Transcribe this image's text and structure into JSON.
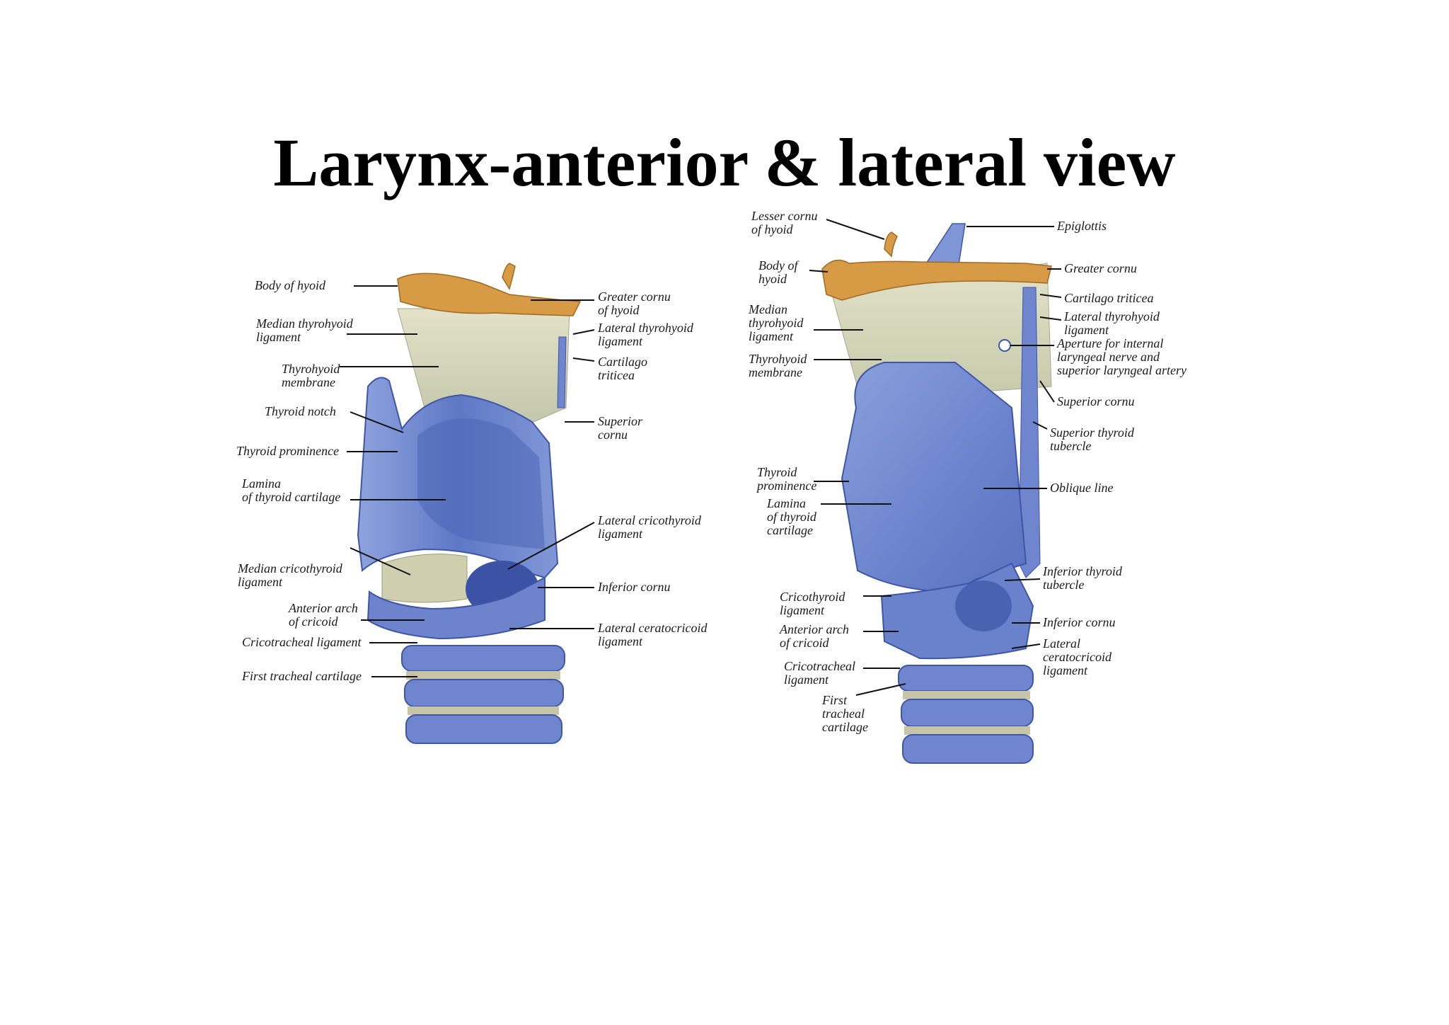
{
  "title": "Larynx-anterior & lateral view",
  "anterior_view": {
    "labels": {
      "body_of_hyoid": "Body of hyoid",
      "greater_cornu_of_hyoid": "Greater cornu\nof hyoid",
      "median_thyrohyoid_ligament": "Median thyrohyoid\nligament",
      "lateral_thyrohyoid_ligament": "Lateral thyrohyoid\nligament",
      "cartilago_triticea": "Cartilago\ntriticea",
      "thyrohyoid_membrane": "Thyrohyoid\nmembrane",
      "thyroid_notch": "Thyroid notch",
      "superior_cornu": "Superior\ncornu",
      "thyroid_prominence": "Thyroid prominence",
      "lamina_of_thyroid_cartilage": "Lamina\nof thyroid cartilage",
      "lateral_cricothyroid_ligament": "Lateral cricothyroid\nligament",
      "median_cricothyroid_ligament": "Median cricothyroid\nligament",
      "inferior_cornu": "Inferior cornu",
      "anterior_arch_of_cricoid": "Anterior arch\nof cricoid",
      "lateral_ceratocricoid_ligament": "Lateral ceratocricoid\nligament",
      "cricotracheal_ligament": "Cricotracheal ligament",
      "first_tracheal_cartilage": "First tracheal cartilage"
    }
  },
  "lateral_view": {
    "labels": {
      "lesser_cornu_of_hyoid": "Lesser cornu\nof hyoid",
      "epiglottis": "Epiglottis",
      "body_of_hyoid": "Body of\nhyoid",
      "greater_cornu": "Greater cornu",
      "cartilago_triticea": "Cartilago triticea",
      "median_thyrohyoid_ligament": "Median\nthyrohyoid\nligament",
      "lateral_thyrohyoid_ligament": "Lateral thyrohyoid\nligament",
      "aperture": "Aperture for internal\nlaryngeal nerve and\nsuperior laryngeal artery",
      "thyrohyoid_membrane": "Thyrohyoid\nmembrane",
      "superior_cornu": "Superior cornu",
      "superior_thyroid_tubercle": "Superior thyroid\ntubercle",
      "thyroid_prominence": "Thyroid\nprominence",
      "oblique_line": "Oblique line",
      "lamina_of_thyroid_cartilage": "Lamina\nof thyroid\ncartilage",
      "inferior_thyroid_tubercle": "Inferior thyroid\ntubercle",
      "cricothyroid_ligament": "Cricothyroid\nligament",
      "inferior_cornu": "Inferior cornu",
      "anterior_arch_of_cricoid": "Anterior arch\nof cricoid",
      "lateral_ceratocricoid_ligament": "Lateral\nceratocricoid\nligament",
      "cricotracheal_ligament": "Cricotracheal\nligament",
      "first_tracheal_cartilage": "First\ntracheal\ncartilage"
    }
  },
  "colors": {
    "cartilage_blue": "#6f86cf",
    "cartilage_dark": "#3f56a8",
    "hyoid_orange": "#d79a45",
    "membrane_cream": "#d8d8b4",
    "ligament_gray": "#c8c4a8"
  }
}
